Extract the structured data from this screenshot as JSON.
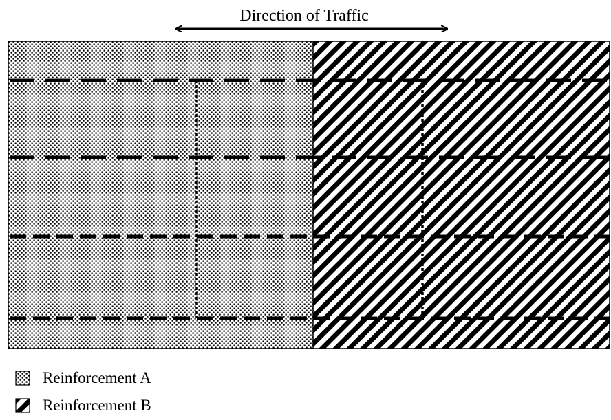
{
  "diagram": {
    "direction_label": "Direction of Traffic"
  },
  "legend": {
    "items": [
      {
        "label": "Reinforcement A",
        "pattern": "dotted"
      },
      {
        "label": "Reinforcement B",
        "pattern": "diagonal-hatch"
      }
    ]
  }
}
